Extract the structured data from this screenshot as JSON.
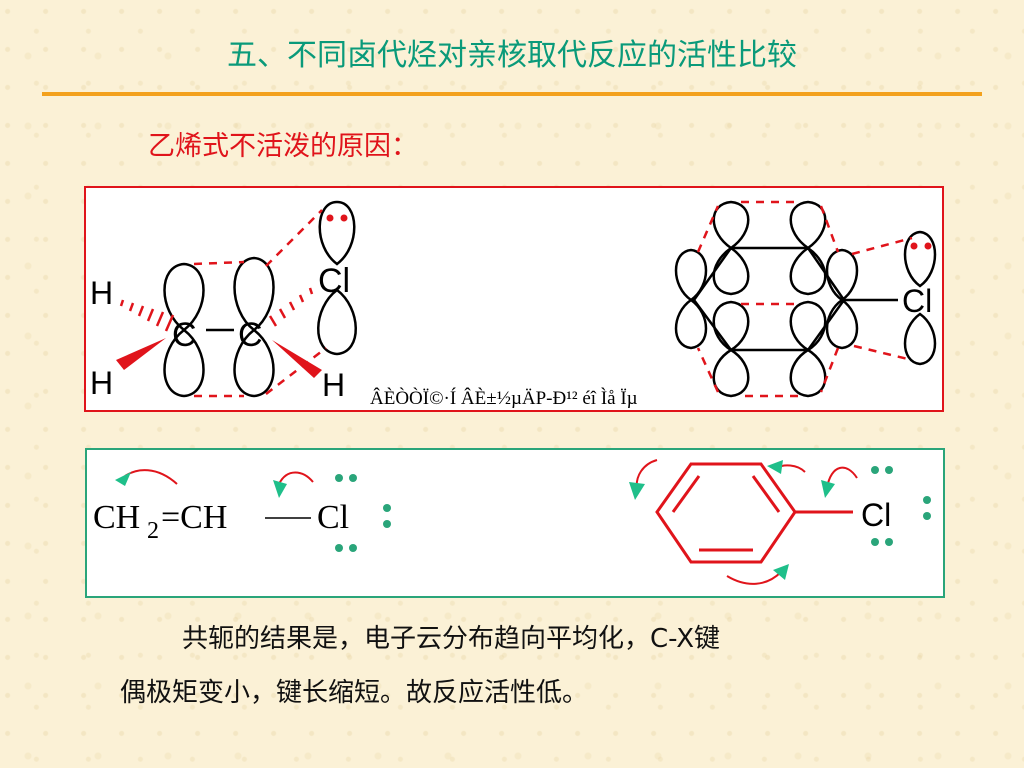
{
  "slide": {
    "title": "五、不同卤代烃对亲核取代反应的活性比较",
    "subtitle": "乙烯式不活泼的原因：",
    "vinyl_diagram": {
      "atom_c1": "C",
      "atom_c2": "C",
      "atom_cl": "Cl",
      "atom_h_top": "H",
      "atom_h_bottom": "H",
      "atom_h_right": "H",
      "garbled_caption": "ÂÈÒÒÏ©·Í ÂÈ±½µÄP-Ð¹² éî Ìå Ïµ"
    },
    "benzene_diagram": {
      "atom_cl": "Cl"
    },
    "resonance": {
      "formula_part1": "CH",
      "formula_sub": "2",
      "formula_part2": "=CH",
      "formula_cl": "Cl",
      "benzene_cl": "Cl"
    },
    "colors": {
      "title": "#0a9a7a",
      "rule": "#f3a11d",
      "subtitle": "#e0141b",
      "orbital_dash": "#e0141b",
      "lone_pair": "#2aa57a",
      "arrow": "#1fbf8a"
    },
    "conclusion_line1": "共轭的结果是，电子云分布趋向平均化，C-X键",
    "conclusion_line2": "偶极矩变小，键长缩短。故反应活性低。"
  }
}
